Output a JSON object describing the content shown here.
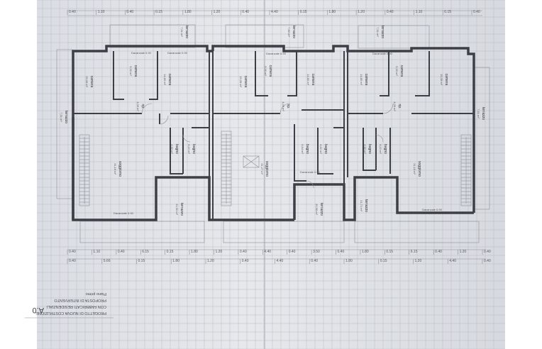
{
  "dims_top": [
    "0.40",
    "1.10",
    "0.40",
    "0.15",
    "1.80",
    "1.20",
    "0.40",
    "4.40",
    "0.15",
    "1.80",
    "1.20",
    "0.40",
    "1.10",
    "0.15",
    "0.40"
  ],
  "dims_bottom1": [
    "0.40",
    "1.10",
    "0.40",
    "6.15",
    "0.15",
    "1.80",
    "1.20",
    "0.40",
    "4.40",
    "0.40",
    "3.50",
    "0.40",
    "1.80",
    "0.15",
    "6.15",
    "0.40",
    "1.20",
    "0.40"
  ],
  "dims_bottom2": [
    "0.40",
    "5.66",
    "0.15",
    "1.80",
    "1.20",
    "0.40",
    "4.40",
    "0.40",
    "1.80",
    "0.15",
    "1.20",
    "4.40",
    "0.40"
  ],
  "rooms": [
    {
      "name": "camera",
      "area": "15,08 m²"
    },
    {
      "name": "camera",
      "area": "9,30 m²"
    },
    {
      "name": "camera",
      "area": "14,80 m²"
    },
    {
      "name": "rip.",
      "area": "4,06 m²"
    },
    {
      "name": "soggiorno",
      "area": "31,16 m²"
    },
    {
      "name": "bagno",
      "area": "6,10 m²"
    },
    {
      "name": "bagno",
      "area": "4,60 m²"
    },
    {
      "name": "terrazzo",
      "area": "21,90 m²"
    },
    {
      "name": "terrazzo",
      "area": "7,91 m²"
    },
    {
      "name": "terrazzo",
      "area": "7,91 m²"
    },
    {
      "name": "camera",
      "area": "15,08 m²"
    },
    {
      "name": "camera",
      "area": "9,30 m²"
    },
    {
      "name": "camera",
      "area": "14,80 m²"
    },
    {
      "name": "rip.",
      "area": "4,06 m²"
    },
    {
      "name": "soggiorno",
      "area": "31,27 m²"
    },
    {
      "name": "bagno",
      "area": "5,94 m²"
    },
    {
      "name": "bagno",
      "area": "4,62 m²"
    },
    {
      "name": "terrazzo",
      "area": "20,58 m²"
    },
    {
      "name": "terrazzo",
      "area": "7,60 m²"
    },
    {
      "name": "camera",
      "area": "14,80 m²"
    },
    {
      "name": "camera",
      "area": "9,30 m²"
    },
    {
      "name": "camera",
      "area": "15,08 m²"
    },
    {
      "name": "rip.",
      "area": "4,06 m²"
    },
    {
      "name": "soggiorno",
      "area": "31,16 m²"
    },
    {
      "name": "bagno",
      "area": "4,60 m²"
    },
    {
      "name": "bagno",
      "area": "6,10 m²"
    },
    {
      "name": "terrazzo",
      "area": "21,71 m²"
    },
    {
      "name": "terrazzo",
      "area": "7,91 m²"
    },
    {
      "name": "terrazzo",
      "area": "7,91 m²"
    }
  ],
  "davanzale": "Davanzale 0.90",
  "title_block": {
    "lines": [
      "PROGETTO DI NUOVA COSTRUZIONE",
      "CON FABBRICATI RESIDENZIALI",
      "PROPOSTA DI INTERVENTO",
      "Piano primo"
    ],
    "sheet_code": "A.0"
  }
}
